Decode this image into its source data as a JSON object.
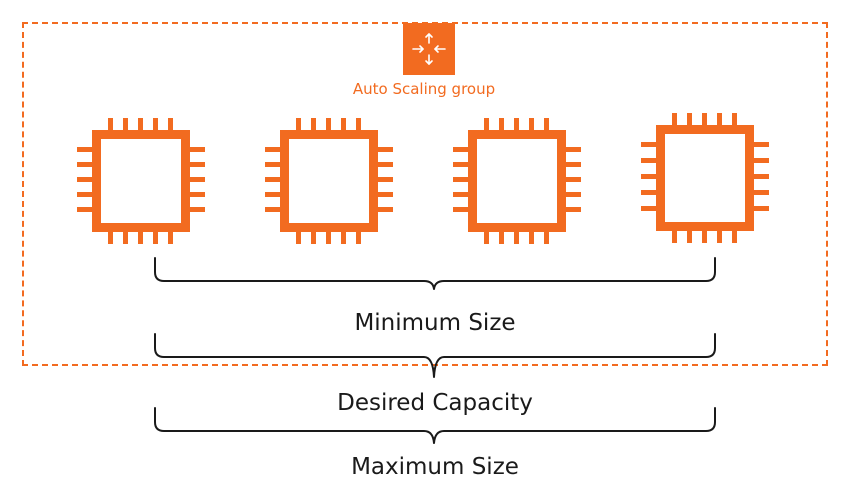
{
  "diagram": {
    "group_label": "Auto Scaling group",
    "accent_color": "#f26b20",
    "group_icon": "auto-scaling-arrows-icon",
    "instance_icon": "ec2-instance-chip-icon",
    "instance_count": 4,
    "braces": [
      {
        "label": "Minimum Size"
      },
      {
        "label": "Desired Capacity"
      },
      {
        "label": "Maximum Size"
      }
    ]
  }
}
